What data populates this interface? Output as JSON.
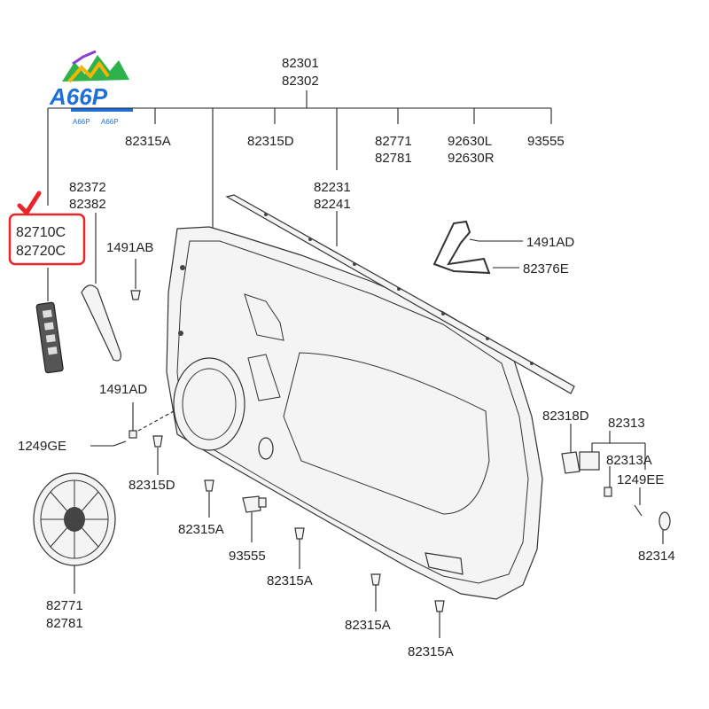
{
  "logo": {
    "text": "A66P",
    "sub_left": "A66P",
    "sub_right": "A66P",
    "colors": [
      "#1e6fd9",
      "#e8262a",
      "#f5b400",
      "#2fb24c",
      "#8a3fd1"
    ]
  },
  "highlight": {
    "color": "#e8262a",
    "labels": [
      "82710C",
      "82720C"
    ]
  },
  "labels": {
    "p82301": "82301",
    "p82302": "82302",
    "p82315A_top": "82315A",
    "p82315D_top": "82315D",
    "p82771_top": "82771",
    "p82781_top": "82781",
    "p92630L": "92630L",
    "p92630R": "92630R",
    "p93555_top": "93555",
    "p82372": "82372",
    "p82382": "82382",
    "p82231": "82231",
    "p82241": "82241",
    "p1491AB": "1491AB",
    "p1491AD_right": "1491AD",
    "p82376E": "82376E",
    "p1491AD_left": "1491AD",
    "p1249GE": "1249GE",
    "p82315D_mid": "82315D",
    "p82318D": "82318D",
    "p82313": "82313",
    "p82313A": "82313A",
    "p1249EE": "1249EE",
    "p82315A_1": "82315A",
    "p93555_bot": "93555",
    "p82315A_2": "82315A",
    "p82315A_3": "82315A",
    "p82315A_4": "82315A",
    "p82314": "82314",
    "p82771_bot": "82771",
    "p82781_bot": "82781"
  }
}
